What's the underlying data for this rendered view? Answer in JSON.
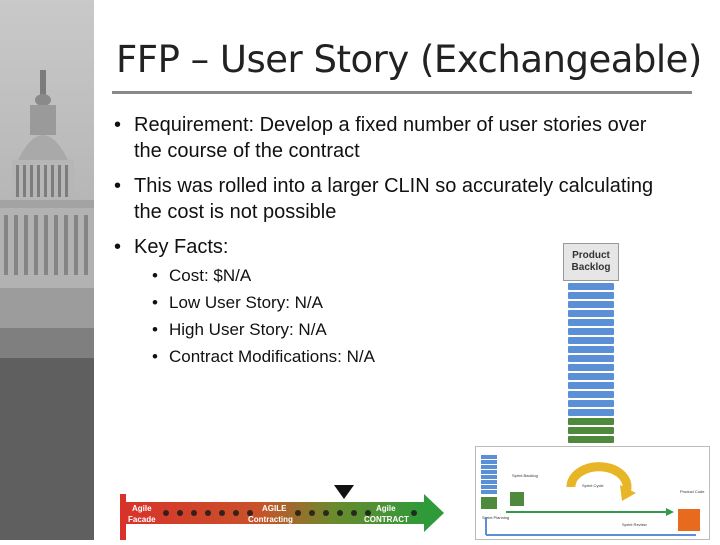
{
  "slide": {
    "title": "FFP – User Story (Exchangeable)",
    "bullets": [
      {
        "text": "Requirement: Develop a fixed number of user stories over the course of the contract"
      },
      {
        "text": "This was rolled into a larger CLIN so accurately calculating the cost is not possible"
      },
      {
        "text": "Key Facts:"
      }
    ],
    "key_facts": [
      "Cost: $N/A",
      "Low User Story: N/A",
      "High User Story: N/A",
      "Contract Modifications: N/A"
    ],
    "bullet_glyph": "•"
  },
  "backlog": {
    "label_line1": "Product",
    "label_line2": "Backlog",
    "rows_blue": 15,
    "rows_green": 3,
    "blue": "#5b8fd6",
    "green": "#4f8a3c"
  },
  "scale_bar": {
    "label_left_1": "Agile",
    "label_left_2": "Facade",
    "label_mid_1": "AGILE",
    "label_mid_2": "Contracting",
    "label_right_1": "Agile",
    "label_right_2": "CONTRACT",
    "marker_icon": "triangle-down-icon"
  },
  "process_diagram": {
    "sprint_backlog": "Sprint Backlog",
    "sprint_cycle": "Sprint Cycle",
    "product_code": "Product Code",
    "sprint_planning": "Sprint Planning",
    "sprint_review": "Sprint Review"
  },
  "colors": {
    "title_rule": "#8a8a8a",
    "bar_red": "#d8322a",
    "bar_green": "#2f9a3a"
  }
}
